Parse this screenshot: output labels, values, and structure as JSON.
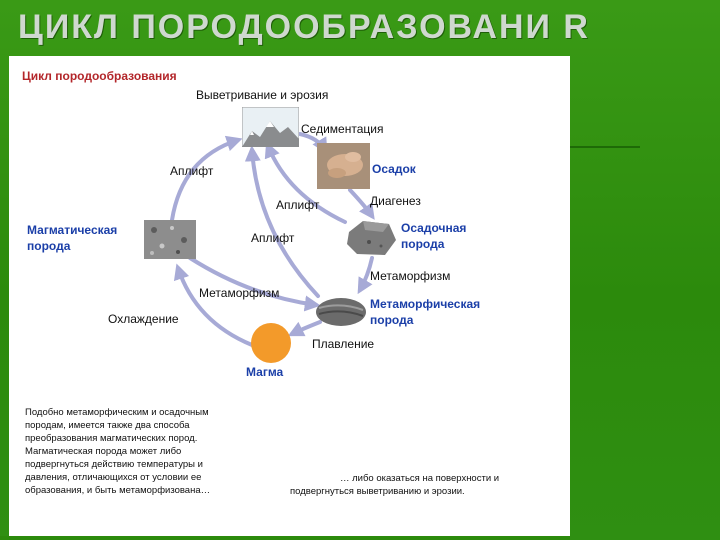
{
  "slide": {
    "title": "ЦИКЛ ПОРОДООБРАЗОВАНИ R"
  },
  "diagram": {
    "heading": "Цикл породообразования",
    "labels": {
      "weathering": "Выветривание и эрозия",
      "sedimentation": "Седиментация",
      "uplift_1": "Аплифт",
      "uplift_2": "Аплифт",
      "uplift_3": "Аплифт",
      "diagenesis": "Диагенез",
      "metamorphism_1": "Метаморфизм",
      "metamorphism_2": "Метаморфизм",
      "cooling": "Охлаждение",
      "melting": "Плавление"
    },
    "nodes": {
      "sediment": "Осадок",
      "igneous_line1": "Магматическая",
      "igneous_line2": "порода",
      "sedimentary_line1": "Осадочная",
      "sedimentary_line2": "порода",
      "metamorphic_line1": "Метаморфическая",
      "metamorphic_line2": "порода",
      "magma": "Магма"
    },
    "colors": {
      "arrow": "#a7aad6",
      "node_text": "#1b3fa8",
      "heading": "#b3262a",
      "magma": "#f39a2a"
    }
  },
  "text": {
    "left": [
      "Подобно метаморфическим и осадочным",
      "породам, имеется также два способа",
      "преобразования магматических пород.",
      "Магматическая порода может либо",
      "подвергнуться действию температуры и",
      "давления, отличающихся от условии ее",
      "образования, и быть метаморфизована…"
    ],
    "right": [
      "… либо оказаться на поверхности и",
      "подвергнуться выветриванию и эрозии."
    ]
  }
}
